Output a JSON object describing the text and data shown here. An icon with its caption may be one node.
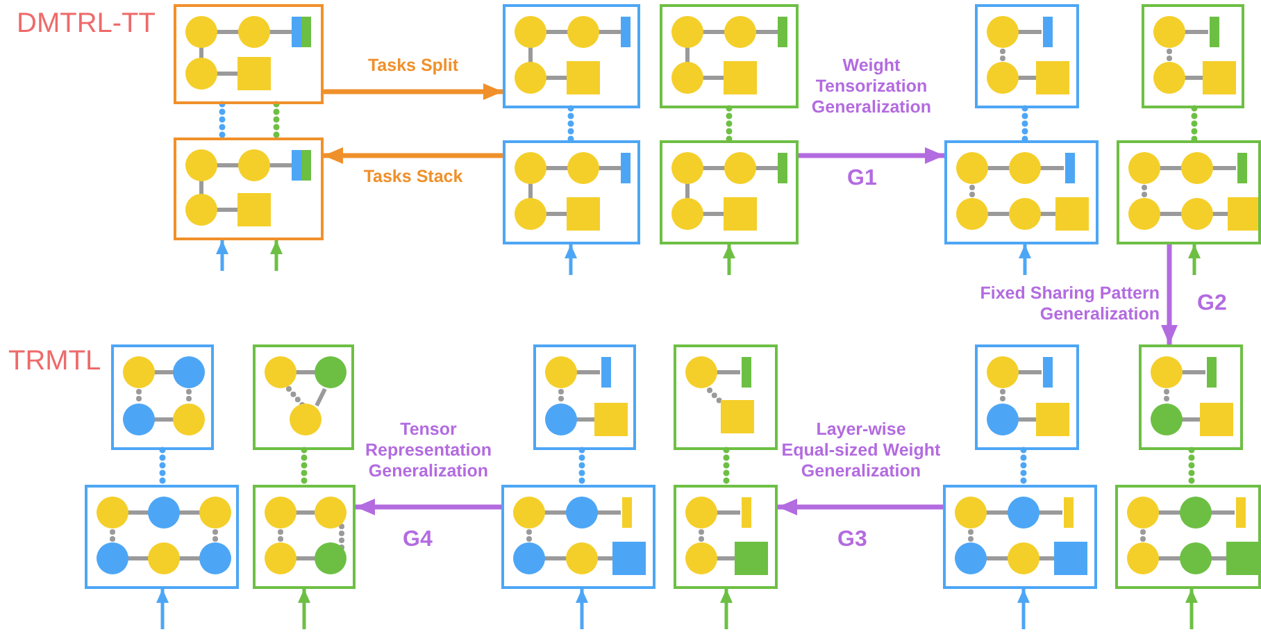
{
  "diagram": {
    "nodes": [
      {
        "text": [],
        "shape": "box"
      },
      {
        "text": [],
        "shape": "box"
      },
      {
        "text": [],
        "shape": "box"
      },
      {
        "text": [],
        "shape": "box"
      },
      {
        "text": [],
        "shape": "box"
      },
      {
        "text": [],
        "shape": "box"
      },
      {
        "text": [],
        "shape": "box"
      },
      {
        "text": [],
        "shape": "box"
      },
      {
        "text": [],
        "shape": "box"
      },
      {
        "text": [],
        "shape": "box"
      },
      {
        "text": [],
        "shape": "box"
      },
      {
        "text": [],
        "shape": "box"
      },
      {
        "text": [],
        "shape": "box"
      },
      {
        "text": [],
        "shape": "box"
      },
      {
        "text": [],
        "shape": "box"
      },
      {
        "text": [],
        "shape": "box"
      },
      {
        "text": [],
        "shape": "box"
      },
      {
        "text": [],
        "shape": "box"
      },
      {
        "text": [],
        "shape": "box"
      },
      {
        "text": [],
        "shape": "box"
      },
      {
        "text": [],
        "shape": "box"
      },
      {
        "text": [],
        "shape": "box"
      }
    ],
    "edges": [
      {
        "from": 0,
        "to": 1,
        "arrow": "none",
        "style": "dashed",
        "color": "#4da6f5"
      },
      {
        "from": 0,
        "to": 1,
        "arrow": "none",
        "style": "dashed",
        "color": "#6dbf44"
      },
      {
        "from": null,
        "to": 1,
        "arrow": "to",
        "color": "#4da6f5"
      },
      {
        "from": null,
        "to": 1,
        "arrow": "to",
        "color": "#6dbf44"
      },
      {
        "from": 0,
        "to": 2,
        "arrow": "to",
        "label": "Tasks Split",
        "color": "#f0902a"
      },
      {
        "from": 4,
        "to": 1,
        "arrow": "to",
        "label": "Tasks Stack",
        "color": "#f0902a"
      },
      {
        "from": 2,
        "to": 4,
        "arrow": "none",
        "style": "dashed",
        "color": "#4da6f5"
      },
      {
        "from": 3,
        "to": 5,
        "arrow": "none",
        "style": "dashed",
        "color": "#6dbf44"
      },
      {
        "from": null,
        "to": 4,
        "arrow": "to",
        "color": "#4da6f5"
      },
      {
        "from": null,
        "to": 5,
        "arrow": "to",
        "color": "#6dbf44"
      },
      {
        "from": 5,
        "to": 8,
        "arrow": "to",
        "label": "Weight Tensorization Generalization",
        "color": "#b36be0"
      },
      {
        "from": 6,
        "to": 8,
        "arrow": "none",
        "style": "dashed",
        "color": "#4da6f5"
      },
      {
        "from": 7,
        "to": 9,
        "arrow": "none",
        "style": "dashed",
        "color": "#6dbf44"
      },
      {
        "from": null,
        "to": 8,
        "arrow": "to",
        "color": "#4da6f5"
      },
      {
        "from": null,
        "to": 9,
        "arrow": "to",
        "color": "#6dbf44"
      },
      {
        "from": 9,
        "to": 11,
        "arrow": "to",
        "label": "Fixed Sharing Pattern Generalization",
        "color": "#b36be0"
      },
      {
        "from": 10,
        "to": 12,
        "arrow": "none",
        "style": "dashed",
        "color": "#4da6f5"
      },
      {
        "from": 11,
        "to": 13,
        "arrow": "none",
        "style": "dashed",
        "color": "#6dbf44"
      },
      {
        "from": null,
        "to": 12,
        "arrow": "to",
        "color": "#4da6f5"
      },
      {
        "from": null,
        "to": 13,
        "arrow": "to",
        "color": "#6dbf44"
      },
      {
        "from": 12,
        "to": 17,
        "arrow": "to",
        "label": "Layer-wise Equal-sized Weight Generalization",
        "color": "#b36be0"
      },
      {
        "from": 14,
        "to": 16,
        "arrow": "none",
        "style": "dashed",
        "color": "#4da6f5"
      },
      {
        "from": 15,
        "to": 17,
        "arrow": "none",
        "style": "dashed",
        "color": "#6dbf44"
      },
      {
        "from": null,
        "to": 16,
        "arrow": "to",
        "color": "#4da6f5"
      },
      {
        "from": null,
        "to": 17,
        "arrow": "to",
        "color": "#6dbf44"
      },
      {
        "from": 16,
        "to": 21,
        "arrow": "to",
        "label": "Tensor Representation Generalization",
        "color": "#b36be0"
      },
      {
        "from": 18,
        "to": 20,
        "arrow": "none",
        "style": "dashed",
        "color": "#4da6f5"
      },
      {
        "from": 19,
        "to": 21,
        "arrow": "none",
        "style": "dashed",
        "color": "#6dbf44"
      },
      {
        "from": null,
        "to": 20,
        "arrow": "to",
        "color": "#4da6f5"
      },
      {
        "from": null,
        "to": 21,
        "arrow": "to",
        "color": "#6dbf44"
      }
    ],
    "labels": [
      "DMTRL-TT",
      "G1",
      "G2",
      "TRMTL",
      "G4",
      "G3"
    ]
  }
}
